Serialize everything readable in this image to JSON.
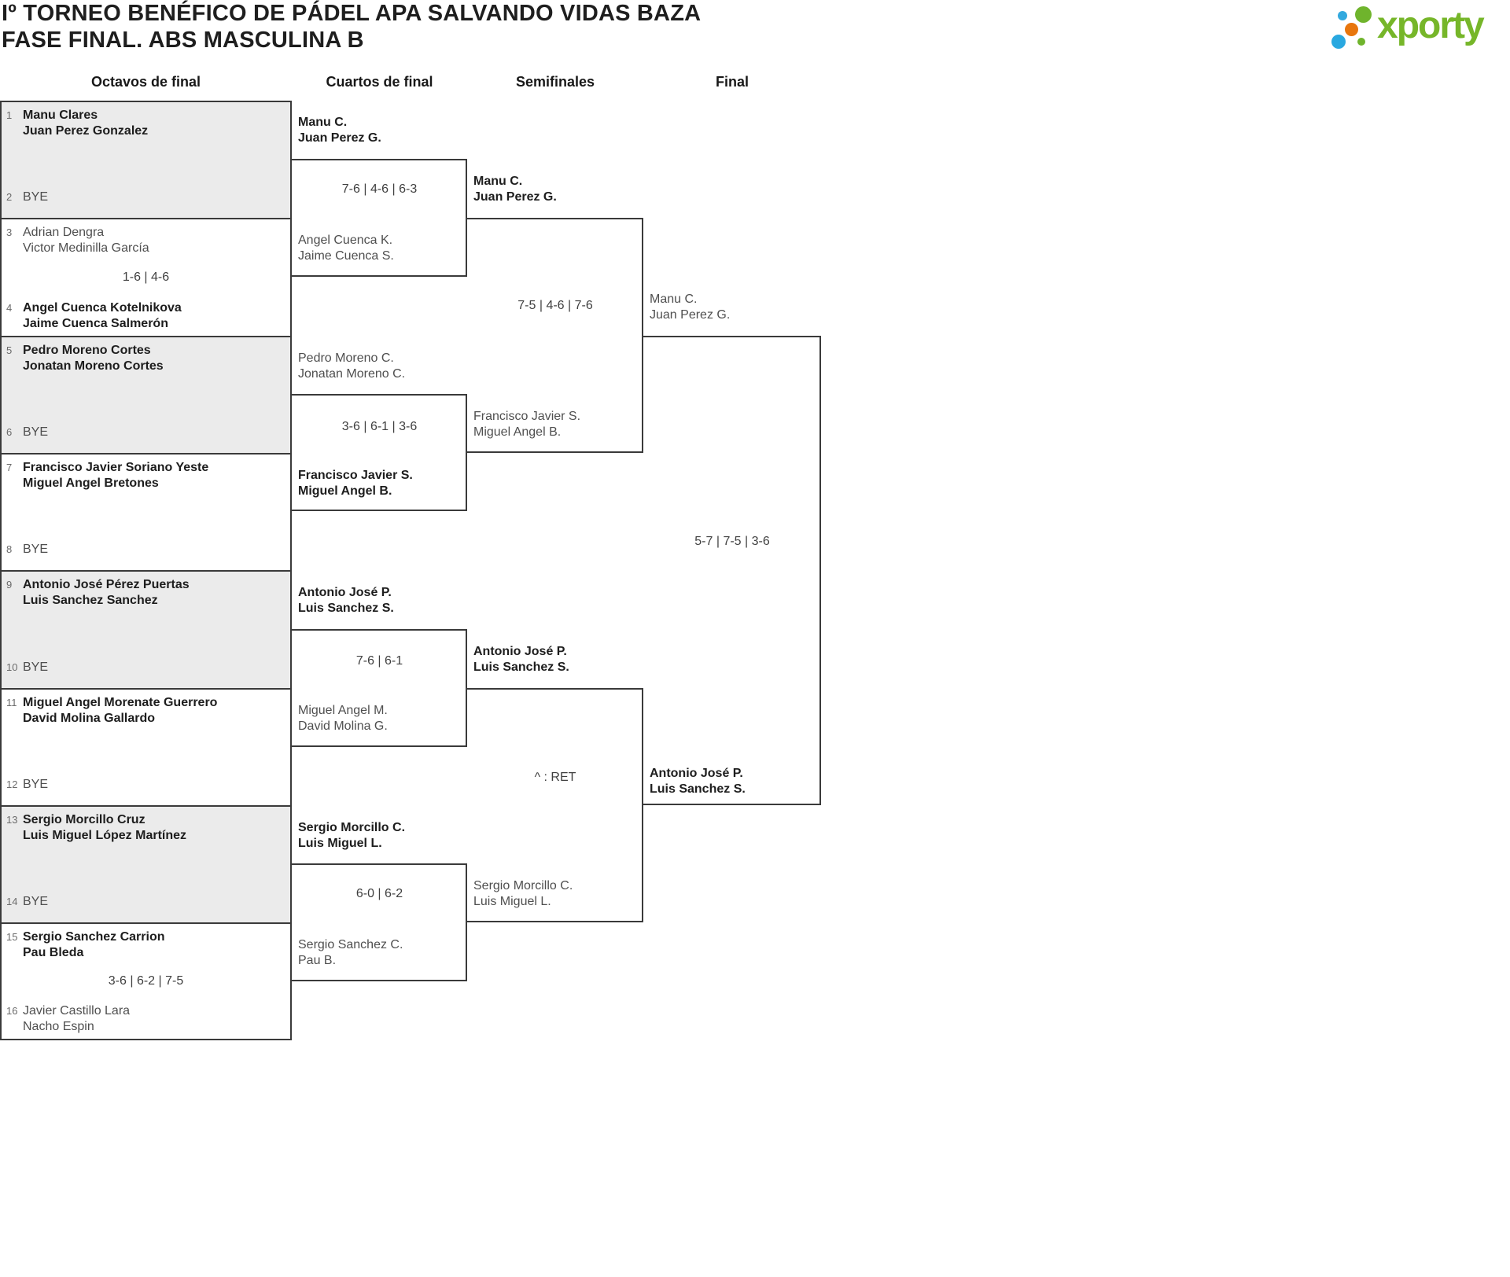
{
  "title": {
    "line1": "Iº TORNEO BENÉFICO DE PÁDEL APA SALVANDO VIDAS BAZA",
    "line2": "FASE FINAL. ABS MASCULINA B"
  },
  "logo": {
    "text": "xporty"
  },
  "colors": {
    "logo_green": "#76b629",
    "logo_blue": "#29a8e0",
    "logo_orange": "#e8760d",
    "shaded_row": "#ebebeb",
    "border": "#3a3a3a"
  },
  "headers": [
    "Octavos de final",
    "Cuartos de final",
    "Semifinales",
    "Final"
  ],
  "bracket": {
    "round16": {
      "pairs": [
        {
          "shaded": true,
          "top": {
            "seed": "1",
            "names": [
              "Manu Clares",
              "Juan Perez Gonzalez"
            ],
            "winner": true
          },
          "bottom": {
            "seed": "2",
            "names": [
              "BYE"
            ],
            "winner": false
          },
          "score": ""
        },
        {
          "shaded": false,
          "top": {
            "seed": "3",
            "names": [
              "Adrian Dengra",
              "Victor Medinilla García"
            ],
            "winner": false
          },
          "bottom": {
            "seed": "4",
            "names": [
              "Angel Cuenca Kotelnikova",
              "Jaime Cuenca Salmerón"
            ],
            "winner": true
          },
          "score": "1-6 | 4-6"
        },
        {
          "shaded": true,
          "top": {
            "seed": "5",
            "names": [
              "Pedro Moreno Cortes",
              "Jonatan Moreno Cortes"
            ],
            "winner": true
          },
          "bottom": {
            "seed": "6",
            "names": [
              "BYE"
            ],
            "winner": false
          },
          "score": ""
        },
        {
          "shaded": false,
          "top": {
            "seed": "7",
            "names": [
              "Francisco Javier Soriano Yeste",
              "Miguel Angel Bretones"
            ],
            "winner": true
          },
          "bottom": {
            "seed": "8",
            "names": [
              "BYE"
            ],
            "winner": false
          },
          "score": ""
        },
        {
          "shaded": true,
          "top": {
            "seed": "9",
            "names": [
              "Antonio José Pérez Puertas",
              "Luis Sanchez Sanchez"
            ],
            "winner": true
          },
          "bottom": {
            "seed": "10",
            "names": [
              "BYE"
            ],
            "winner": false
          },
          "score": ""
        },
        {
          "shaded": false,
          "top": {
            "seed": "11",
            "names": [
              "Miguel Angel Morenate Guerrero",
              "David Molina Gallardo"
            ],
            "winner": true
          },
          "bottom": {
            "seed": "12",
            "names": [
              "BYE"
            ],
            "winner": false
          },
          "score": ""
        },
        {
          "shaded": true,
          "top": {
            "seed": "13",
            "names": [
              "Sergio Morcillo Cruz",
              "Luis Miguel López Martínez"
            ],
            "winner": true
          },
          "bottom": {
            "seed": "14",
            "names": [
              "BYE"
            ],
            "winner": false
          },
          "score": ""
        },
        {
          "shaded": false,
          "top": {
            "seed": "15",
            "names": [
              "Sergio Sanchez Carrion",
              "Pau Bleda"
            ],
            "winner": true
          },
          "bottom": {
            "seed": "16",
            "names": [
              "Javier Castillo Lara",
              "Nacho Espin"
            ],
            "winner": false
          },
          "score": "3-6 | 6-2 | 7-5"
        }
      ]
    },
    "cuartos": [
      {
        "teamA": {
          "names": [
            "Manu C.",
            "Juan Perez G."
          ],
          "winner": true
        },
        "score": "7-6 | 4-6 | 6-3",
        "teamB": {
          "names": [
            "Angel Cuenca K.",
            "Jaime Cuenca S."
          ],
          "winner": false
        }
      },
      {
        "teamA": {
          "names": [
            "Pedro Moreno C.",
            "Jonatan Moreno C."
          ],
          "winner": false
        },
        "score": "3-6 | 6-1 | 3-6",
        "teamB": {
          "names": [
            "Francisco Javier S.",
            "Miguel Angel B."
          ],
          "winner": true
        }
      },
      {
        "teamA": {
          "names": [
            "Antonio José P.",
            "Luis Sanchez S."
          ],
          "winner": true
        },
        "score": "7-6 | 6-1",
        "teamB": {
          "names": [
            "Miguel Angel M.",
            "David Molina G."
          ],
          "winner": false
        }
      },
      {
        "teamA": {
          "names": [
            "Sergio Morcillo C.",
            "Luis Miguel L."
          ],
          "winner": true
        },
        "score": "6-0 | 6-2",
        "teamB": {
          "names": [
            "Sergio Sanchez C.",
            "Pau B."
          ],
          "winner": false
        }
      }
    ],
    "semifinales": [
      {
        "teamA": {
          "names": [
            "Manu C.",
            "Juan Perez G."
          ],
          "winner": true
        },
        "score": "7-5 | 4-6 | 7-6",
        "teamB": {
          "names": [
            "Francisco Javier S.",
            "Miguel Angel B."
          ],
          "winner": false
        }
      },
      {
        "teamA": {
          "names": [
            "Antonio José P.",
            "Luis Sanchez S."
          ],
          "winner": true
        },
        "score": "^ : RET",
        "teamB": {
          "names": [
            "Sergio Morcillo C.",
            "Luis Miguel L."
          ],
          "winner": false
        }
      }
    ],
    "final": {
      "teamA": {
        "names": [
          "Manu C.",
          "Juan Perez G."
        ],
        "winner": false
      },
      "score": "5-7 | 7-5 | 3-6",
      "teamB": {
        "names": [
          "Antonio José P.",
          "Luis Sanchez S."
        ],
        "winner": true
      }
    }
  }
}
